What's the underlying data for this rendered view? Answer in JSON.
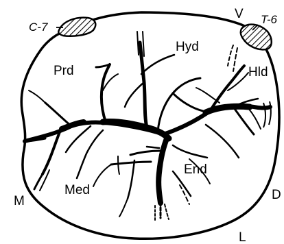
{
  "diagram": {
    "cusp_labels": {
      "prd": "Prd",
      "hyd": "Hyd",
      "hld": "Hld",
      "med": "Med",
      "end": "End"
    },
    "marker_labels": {
      "c7": "C-7",
      "t6": "T-6",
      "v": "V"
    },
    "orientation_labels": {
      "mesial": "M",
      "distal": "D",
      "lingual": "L"
    },
    "colors": {
      "ink": "#000000",
      "background": "#ffffff"
    }
  }
}
